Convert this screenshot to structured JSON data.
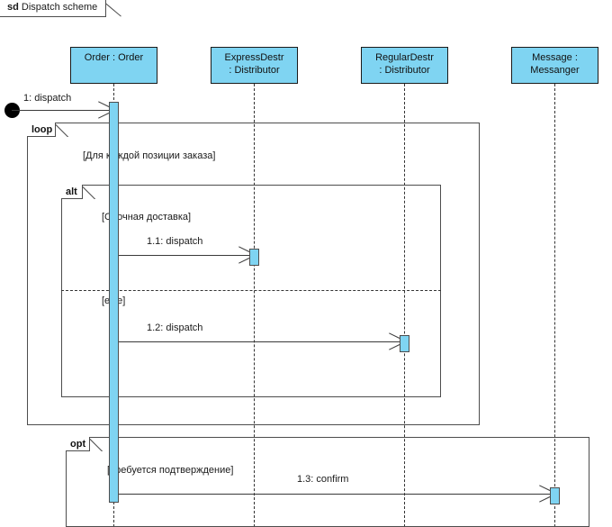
{
  "diagram": {
    "kind_keyword": "sd",
    "title": "Dispatch scheme",
    "colors": {
      "participant_fill": "#7FD4F2",
      "activation_fill": "#7FD4F2",
      "line": "#4d4d4d",
      "text": "#1a1a1a"
    }
  },
  "participants": [
    {
      "id": "order",
      "line1": "Order : Order",
      "line2": ""
    },
    {
      "id": "expressdestr",
      "line1": "ExpressDestr",
      "line2": ": Distributor"
    },
    {
      "id": "regulardestr",
      "line1": "RegularDestr",
      "line2": ": Distributor"
    },
    {
      "id": "message",
      "line1": "Message :",
      "line2": "Messanger"
    }
  ],
  "fragments": [
    {
      "id": "loop",
      "label": "loop",
      "guard": "[Для каждой позиции заказа]"
    },
    {
      "id": "alt",
      "label": "alt",
      "guard": "[Срочная доставка]",
      "else_guard": "[else]"
    },
    {
      "id": "opt",
      "label": "opt",
      "guard": "[Требуется подтверждение]"
    }
  ],
  "messages": [
    {
      "id": "m1",
      "label": "1: dispatch",
      "from": "found",
      "to": "order"
    },
    {
      "id": "m11",
      "label": "1.1: dispatch",
      "from": "order",
      "to": "expressdestr"
    },
    {
      "id": "m12",
      "label": "1.2: dispatch",
      "from": "order",
      "to": "regulardestr"
    },
    {
      "id": "m13",
      "label": "1.3: confirm",
      "from": "order",
      "to": "message"
    }
  ]
}
